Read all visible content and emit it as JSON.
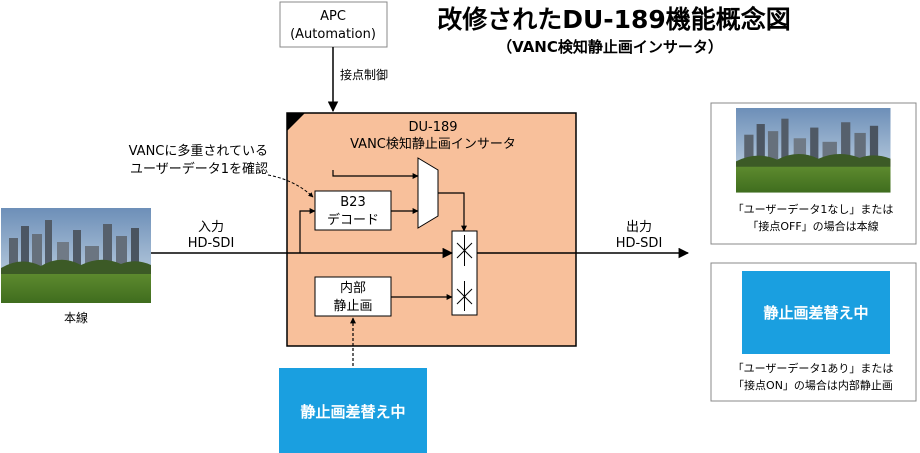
{
  "title": "改修されたDU-189機能概念図",
  "subtitle": "（VANC検知静止画インサータ）",
  "apc": {
    "line1": "APC",
    "line2": "(Automation)"
  },
  "contact_control": "接点制御",
  "device": {
    "line1": "DU-189",
    "line2": "VANC検知静止画インサータ"
  },
  "annotation": {
    "line1": "VANCに多重されている",
    "line2": "ユーザーデータ1を確認"
  },
  "b23": {
    "line1": "B23",
    "line2": "デコード"
  },
  "internal": {
    "line1": "内部",
    "line2": "静止画"
  },
  "input": {
    "line1": "入力",
    "line2": "HD-SDI"
  },
  "output": {
    "line1": "出力",
    "line2": "HD-SDI"
  },
  "main_line_label": "本線",
  "still_image_text": "静止画差替え中",
  "result_off": {
    "line1": "「ユーザーデータ1なし」または",
    "line2": "「接点OFF」の場合は本線"
  },
  "result_on": {
    "line1": "「ユーザーデータ1あり」または",
    "line2": "「接点ON」の場合は内部静止画"
  },
  "colors": {
    "device_fill": "#f8c09b",
    "still_blue": "#1a9fe0",
    "line": "#000000",
    "border_gray": "#888888"
  }
}
